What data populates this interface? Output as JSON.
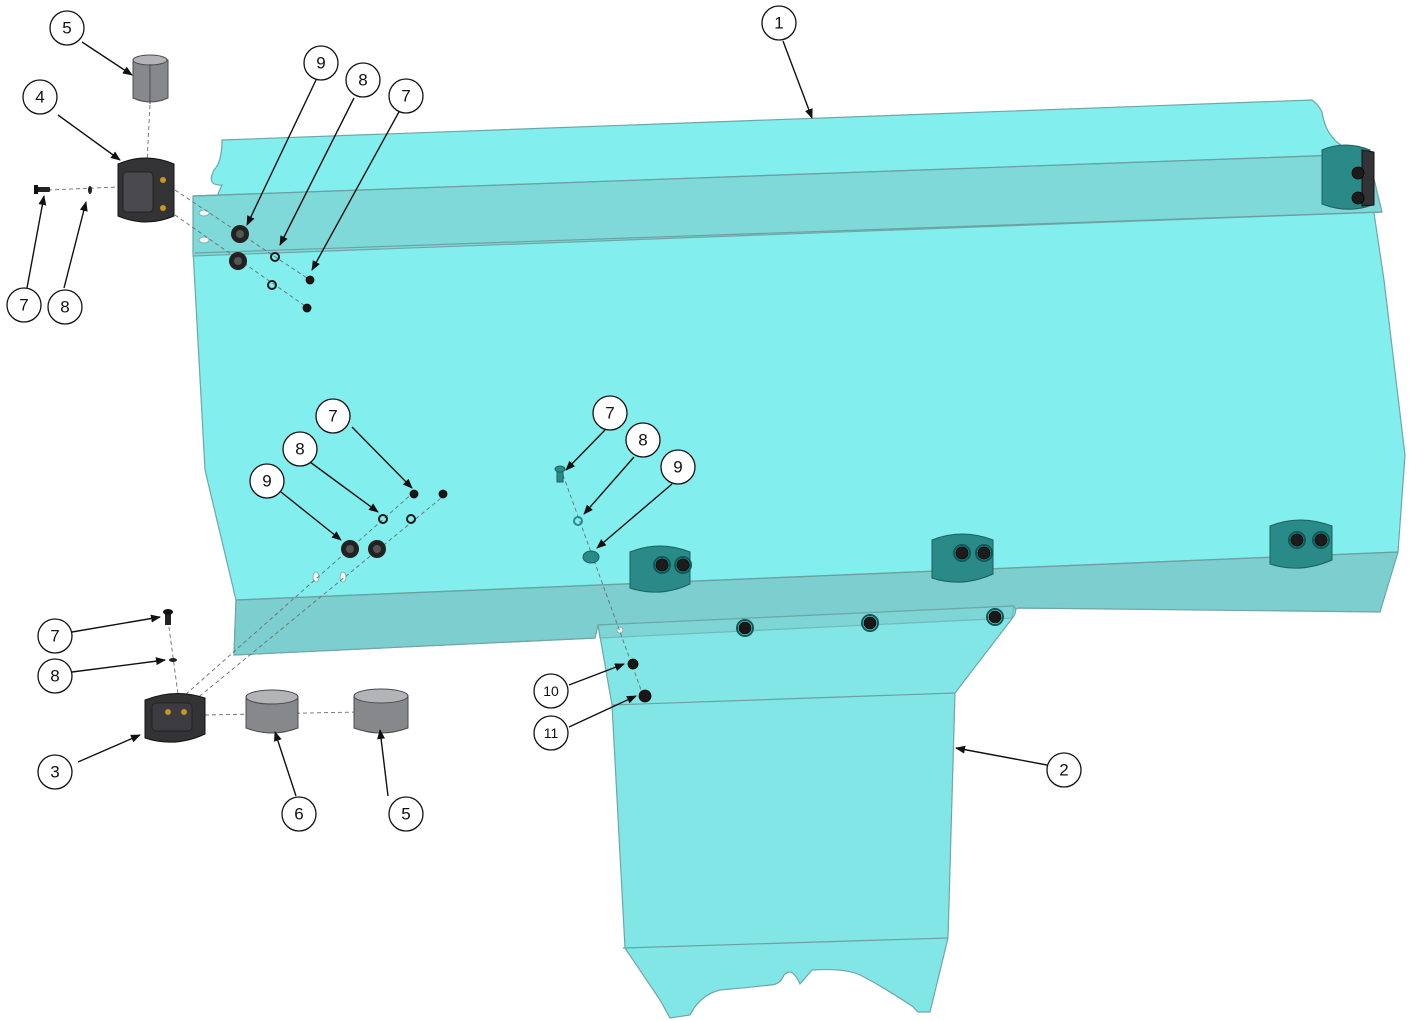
{
  "callouts": [
    {
      "id": "c1",
      "label": "1"
    },
    {
      "id": "c2",
      "label": "2"
    },
    {
      "id": "c3",
      "label": "3"
    },
    {
      "id": "c4",
      "label": "4"
    },
    {
      "id": "c5a",
      "label": "5"
    },
    {
      "id": "c5b",
      "label": "5"
    },
    {
      "id": "c6",
      "label": "6"
    },
    {
      "id": "c7a",
      "label": "7"
    },
    {
      "id": "c7b",
      "label": "7"
    },
    {
      "id": "c7c",
      "label": "7"
    },
    {
      "id": "c7d",
      "label": "7"
    },
    {
      "id": "c7e",
      "label": "7"
    },
    {
      "id": "c8a",
      "label": "8"
    },
    {
      "id": "c8b",
      "label": "8"
    },
    {
      "id": "c8c",
      "label": "8"
    },
    {
      "id": "c8d",
      "label": "8"
    },
    {
      "id": "c8e",
      "label": "8"
    },
    {
      "id": "c9a",
      "label": "9"
    },
    {
      "id": "c9b",
      "label": "9"
    },
    {
      "id": "c9c",
      "label": "9"
    },
    {
      "id": "c10",
      "label": "10"
    },
    {
      "id": "c11",
      "label": "11"
    }
  ],
  "colors": {
    "panel": "#82eeee",
    "panel_band": "#7fd9d8",
    "clamp": "#2a8a88",
    "hardware": "#333336",
    "spacer": "#86888c"
  }
}
